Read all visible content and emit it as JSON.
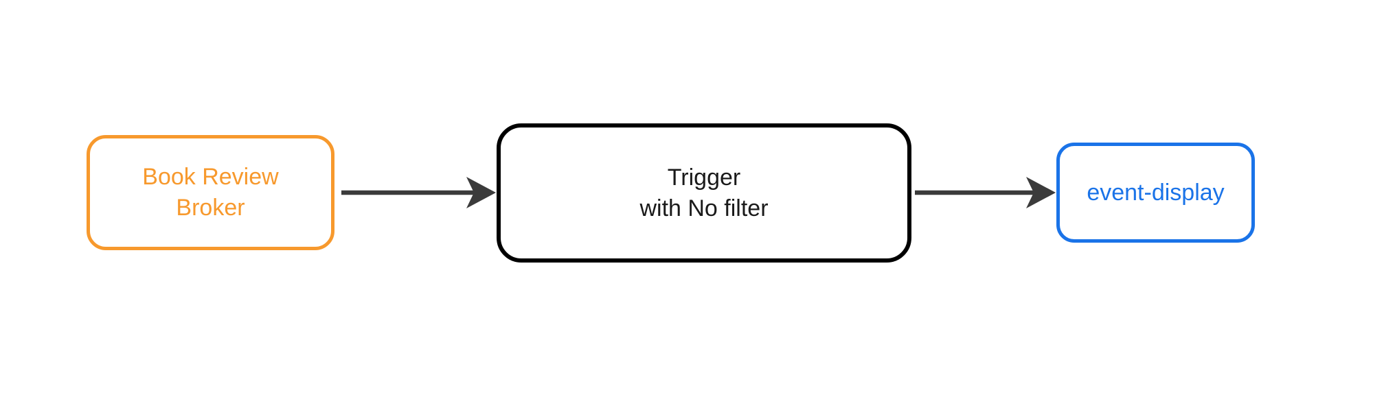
{
  "diagram": {
    "background": "#FFFFFF",
    "edge_color": "#3B3B3B",
    "nodes": [
      {
        "id": "book-review-broker",
        "type": "broker",
        "label_lines": [
          "Book Review",
          "Broker"
        ],
        "border_color": "#F7992D",
        "text_color": "#F7992D",
        "fill_color": "#FFFFFF"
      },
      {
        "id": "trigger",
        "type": "trigger",
        "label_lines": [
          "Trigger",
          "with No filter"
        ],
        "border_color": "#000000",
        "text_color": "#1A1A1A",
        "fill_color": "#FFFFFF"
      },
      {
        "id": "event-display",
        "type": "sink",
        "label_lines": [
          "event-display"
        ],
        "border_color": "#1A73E8",
        "text_color": "#1A73E8",
        "fill_color": "#FFFFFF"
      }
    ],
    "edges": [
      {
        "from": "book-review-broker",
        "to": "trigger",
        "label": ""
      },
      {
        "from": "trigger",
        "to": "event-display",
        "label": ""
      }
    ]
  }
}
